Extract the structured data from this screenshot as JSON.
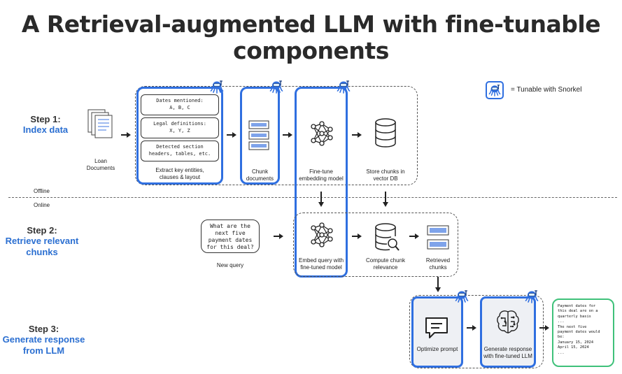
{
  "title": {
    "line1": "A Retrieval-augmented LLM with fine-tunable",
    "line2": "components"
  },
  "legend": {
    "label": "= Tunable with Snorkel",
    "icon": "snorkel-octopus-icon"
  },
  "steps": [
    {
      "head": "Step 1:",
      "sub": "Index data"
    },
    {
      "head": "Step 2:",
      "sub1": "Retrieve relevant",
      "sub2": "chunks"
    },
    {
      "head": "Step 3:",
      "sub1": "Generate response",
      "sub2": "from LLM"
    }
  ],
  "divider": {
    "offline": "Offline",
    "online": "Online"
  },
  "step1": {
    "docs_label1": "Loan",
    "docs_label2": "Documents",
    "pills": [
      {
        "l1": "Dates mentioned:",
        "l2": "A, B, C"
      },
      {
        "l1": "Legal definitions:",
        "l2": "X, Y, Z"
      },
      {
        "l1": "Detected section",
        "l2": "headers, tables, etc."
      }
    ],
    "extract_label1": "Extract key entities,",
    "extract_label2": "clauses & layout",
    "chunk_label1": "Chunk",
    "chunk_label2": "documents",
    "embed_label1": "Fine-tune",
    "embed_label2": "embedding model",
    "store_label1": "Store chunks in",
    "store_label2": "vector DB"
  },
  "step2": {
    "query_lines": [
      "What are the",
      "next five",
      "payment dates",
      "for this deal?"
    ],
    "query_label": "New query",
    "embed_label1": "Embed query with",
    "embed_label2": "fine-tuned model",
    "relevance_label1": "Compute chunk",
    "relevance_label2": "relevance",
    "retrieved_label1": "Retrieved",
    "retrieved_label2": "chunks"
  },
  "step3": {
    "prompt_label": "Optimize prompt",
    "generate_label1": "Generate response",
    "generate_label2": "with fine-tuned LLM",
    "response_text": "Payment dates for\nthis deal are on a\nquarterly basis\n...\nThe next five\npayment dates would\nbe:\nJanuary 15, 2024\nApril 15, 2024\n..."
  },
  "colors": {
    "accent_blue": "#2f6fe0",
    "step_blue": "#2b6fd1",
    "response_green": "#3fc17a"
  }
}
